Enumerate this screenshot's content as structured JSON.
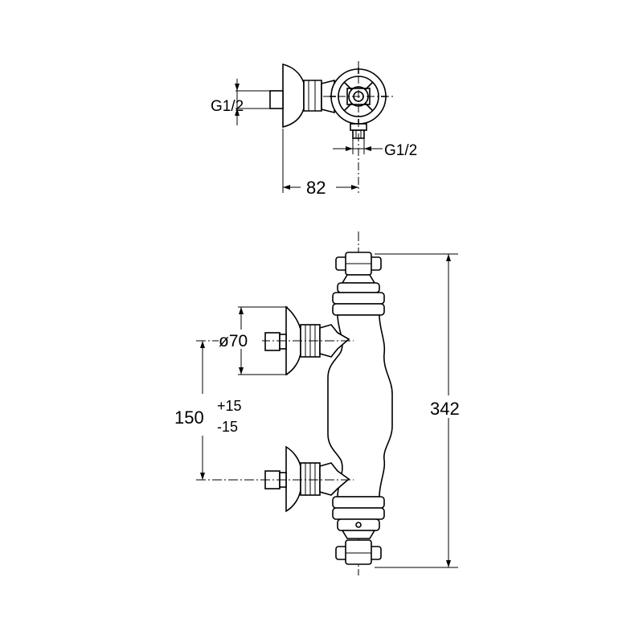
{
  "dimensions": {
    "top_inlet_thread": "G1/2",
    "top_outlet_thread": "G1/2",
    "top_depth": "82",
    "escutcheon_diameter": "ø70",
    "centre_distance": "150",
    "centre_tolerance_plus": "+15",
    "centre_tolerance_minus": "-15",
    "overall_height": "342"
  }
}
